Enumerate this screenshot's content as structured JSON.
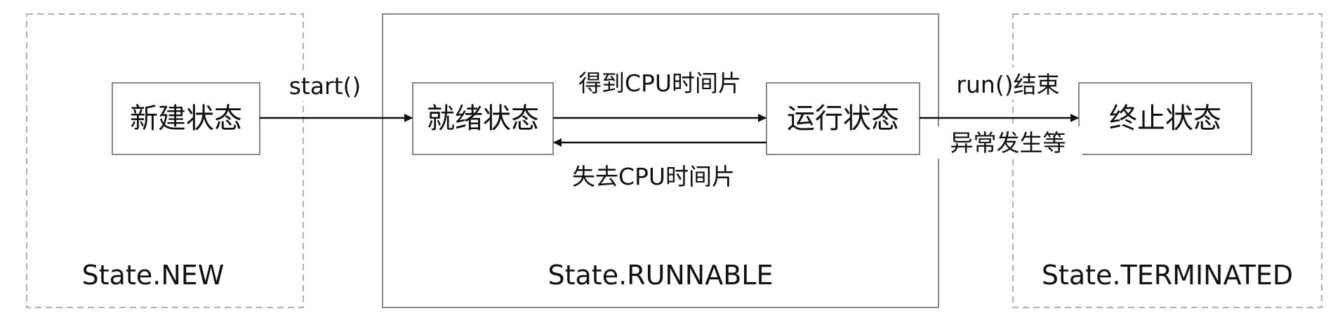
{
  "regions": {
    "new": {
      "label": "State.NEW"
    },
    "runnable": {
      "label": "State.RUNNABLE"
    },
    "terminated": {
      "label": "State.TERMINATED"
    }
  },
  "states": {
    "new": "新建状态",
    "ready": "就绪状态",
    "running": "运行状态",
    "terminated": "终止状态"
  },
  "transitions": {
    "start": "start()",
    "get_cpu": "得到CPU时间片",
    "lose_cpu": "失去CPU时间片",
    "run_end": "run()结束",
    "exception": "异常发生等"
  },
  "colors": {
    "box_border": "#8a8a8a",
    "dashed_border": "#b0b0b0",
    "arrow": "#111111"
  }
}
